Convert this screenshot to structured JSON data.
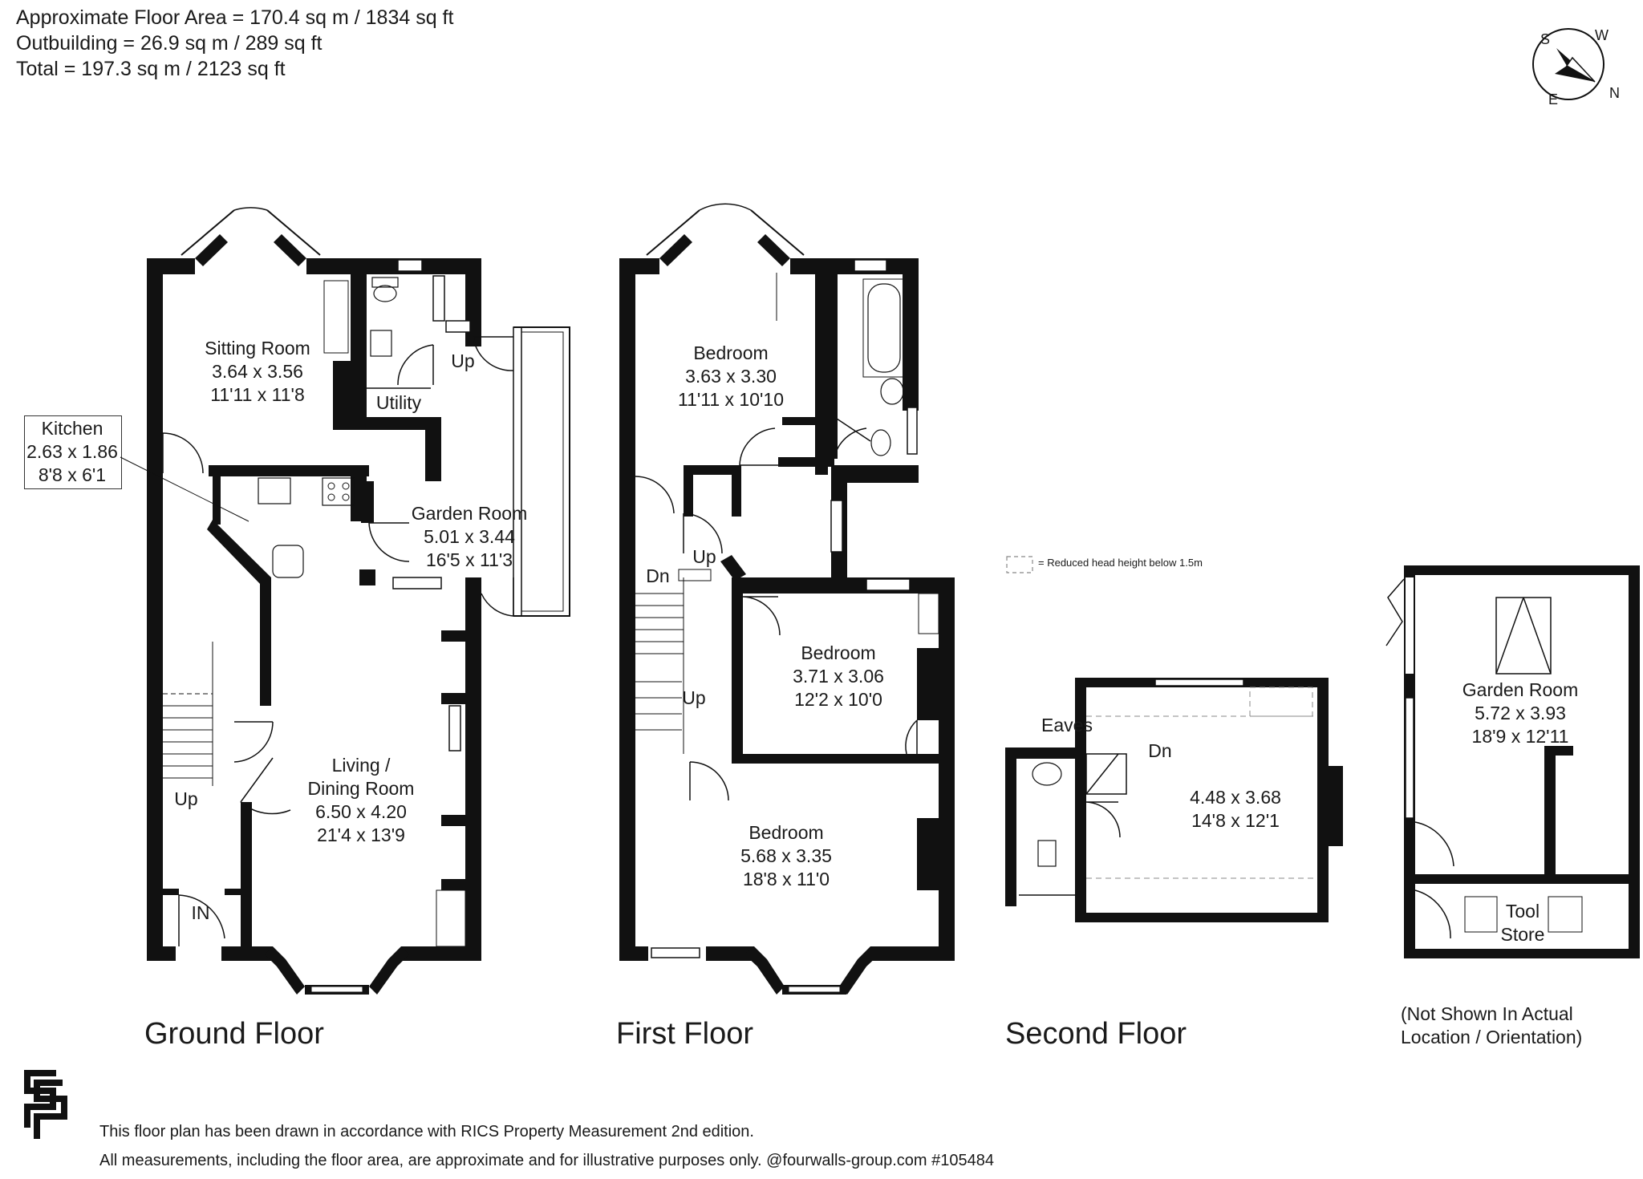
{
  "header": {
    "floor_area": "Approximate Floor Area = 170.4 sq m / 1834 sq ft",
    "outbuilding": "Outbuilding = 26.9 sq m / 289 sq ft",
    "total": "Total = 197.3 sq m / 2123 sq ft"
  },
  "compass": {
    "s": "S",
    "w": "W",
    "e": "E",
    "n": "N"
  },
  "floors": {
    "ground": "Ground Floor",
    "first": "First Floor",
    "second": "Second Floor"
  },
  "rooms": {
    "sitting": {
      "name": "Sitting Room",
      "metric": "3.64 x 3.56",
      "imperial": "11'11 x 11'8"
    },
    "kitchen": {
      "name": "Kitchen",
      "metric": "2.63 x 1.86",
      "imperial": "8'8 x 6'1"
    },
    "garden_room_ground": {
      "name": "Garden Room",
      "metric": "5.01 x 3.44",
      "imperial": "16'5 x 11'3"
    },
    "living": {
      "name": "Living /",
      "name2": "Dining Room",
      "metric": "6.50 x 4.20",
      "imperial": "21'4 x 13'9"
    },
    "utility": "Utility",
    "bed1": {
      "name": "Bedroom",
      "metric": "3.63 x 3.30",
      "imperial": "11'11 x 10'10"
    },
    "bed2": {
      "name": "Bedroom",
      "metric": "3.71 x 3.06",
      "imperial": "12'2 x 10'0"
    },
    "bed3": {
      "name": "Bedroom",
      "metric": "5.68 x 3.35",
      "imperial": "18'8 x 11'0"
    },
    "second_room": {
      "metric": "4.48 x 3.68",
      "imperial": "14'8 x 12'1"
    },
    "garden_room_out": {
      "name": "Garden Room",
      "metric": "5.72 x 3.93",
      "imperial": "18'9 x 12'11"
    },
    "tool_store": {
      "l1": "Tool",
      "l2": "Store"
    }
  },
  "labels": {
    "up_g1": "Up",
    "up_g2": "Up",
    "in": "IN",
    "up_f1": "Up",
    "dn_f": "Dn",
    "up_f2": "Up",
    "eaves": "Eaves",
    "dn_s": "Dn"
  },
  "legend": "= Reduced head height below 1.5m",
  "outbuilding_note": {
    "l1": "(Not Shown In Actual",
    "l2": "Location / Orientation)"
  },
  "footer": {
    "line1": "This floor plan has been drawn in accordance with RICS Property Measurement 2nd edition.",
    "line2": "All measurements, including the floor area, are approximate and for illustrative purposes only. @fourwalls-group.com #105484"
  }
}
